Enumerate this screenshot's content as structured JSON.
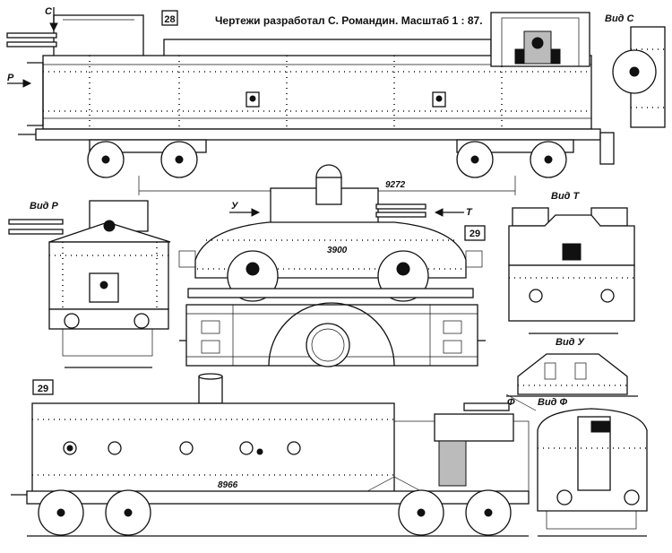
{
  "title": "Чертежи разработал С. Романдин. Масштаб 1 : 87.",
  "figures": {
    "fig1": "28",
    "fig2": "29",
    "fig3": "29"
  },
  "view_labels": {
    "view_c": "Вид С",
    "view_p": "Вид Р",
    "view_t": "Вид Т",
    "view_u": "Вид У",
    "view_f": "Вид Ф"
  },
  "arrow_labels": {
    "c": "С",
    "p": "Р",
    "u": "У",
    "t": "Т",
    "f": "Ф"
  },
  "dimensions": {
    "length_9272": "9272",
    "length_3900": "3900",
    "length_8966": "8966"
  }
}
